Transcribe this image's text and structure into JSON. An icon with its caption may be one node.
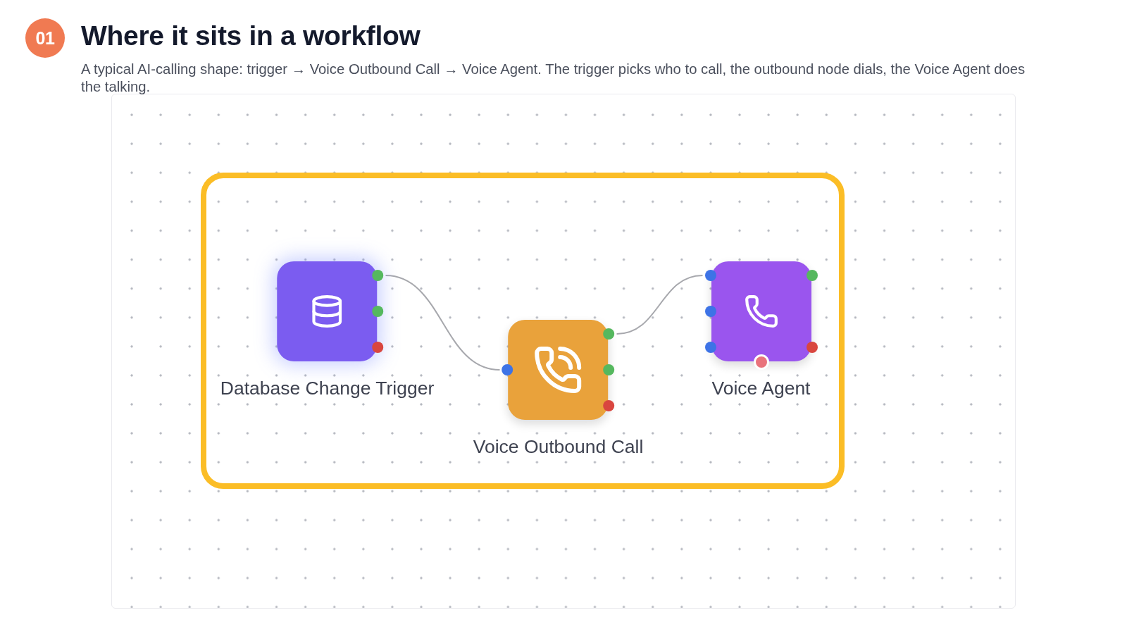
{
  "diagram": {
    "title": "Where it sits in a workflow",
    "nodes": [
      {
        "text": [
          "01"
        ]
      },
      {
        "text": [],
        "shape": "box"
      },
      {
        "text": [],
        "shape": "box",
        "in": 1
      },
      {
        "text": [
          "Database Change Trigger"
        ],
        "in": 2
      },
      {
        "text": [
          "Voice Outbound Call"
        ],
        "in": 2
      },
      {
        "text": [
          "Voice Agent"
        ],
        "in": 2
      }
    ],
    "edges": [
      {
        "from": 3,
        "to": 4,
        "arrow": "none"
      },
      {
        "from": 4,
        "to": 5,
        "arrow": "none"
      }
    ],
    "labels": [
      "A typical AI-calling shape: trigger → Voice Outbound Call → Voice Agent. The trigger picks who to call, the outbound node dials, the Voice Agent does the talking."
    ]
  }
}
